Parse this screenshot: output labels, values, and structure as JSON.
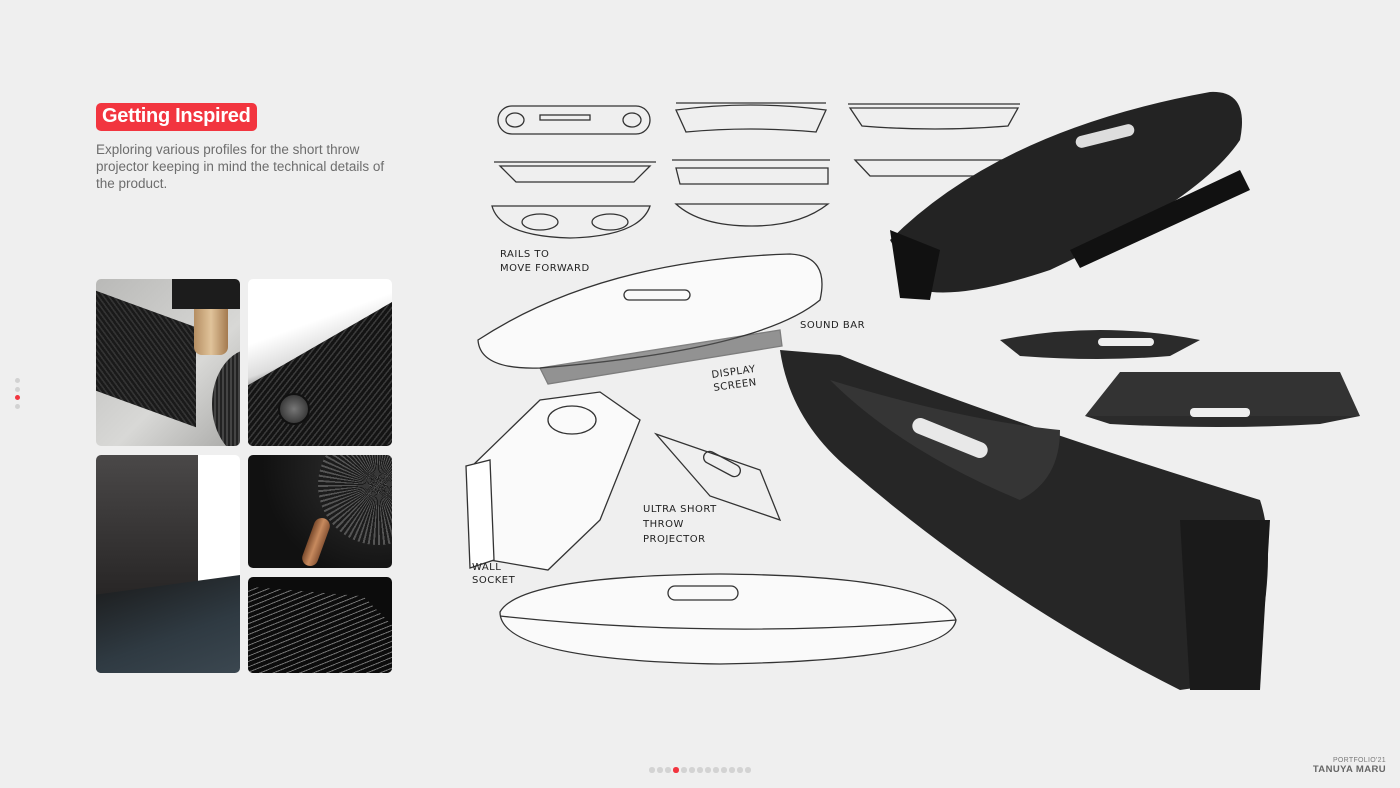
{
  "header": {
    "title": "Getting Inspired",
    "description": "Exploring various profiles for the short throw projector keeping in mind the technical details of the product."
  },
  "sketch_labels": {
    "rails_1": "RAILS TO",
    "rails_2": "MOVE FORWARD",
    "sound_bar": "SOUND BAR",
    "display_1": "DISPLAY",
    "display_2": "SCREEN",
    "ust_1": "ULTRA SHORT",
    "ust_2": "THROW",
    "ust_3": "PROJECTOR",
    "wall_1": "WALL",
    "wall_2": "SOCKET"
  },
  "side_nav": {
    "count": 4,
    "active": 3
  },
  "pager": {
    "count": 13,
    "active": 4
  },
  "footer": {
    "portfolio": "PORTFOLIO'21",
    "author": "TANUYA MARU"
  },
  "colors": {
    "accent": "#f2353f",
    "background": "#efefef"
  }
}
